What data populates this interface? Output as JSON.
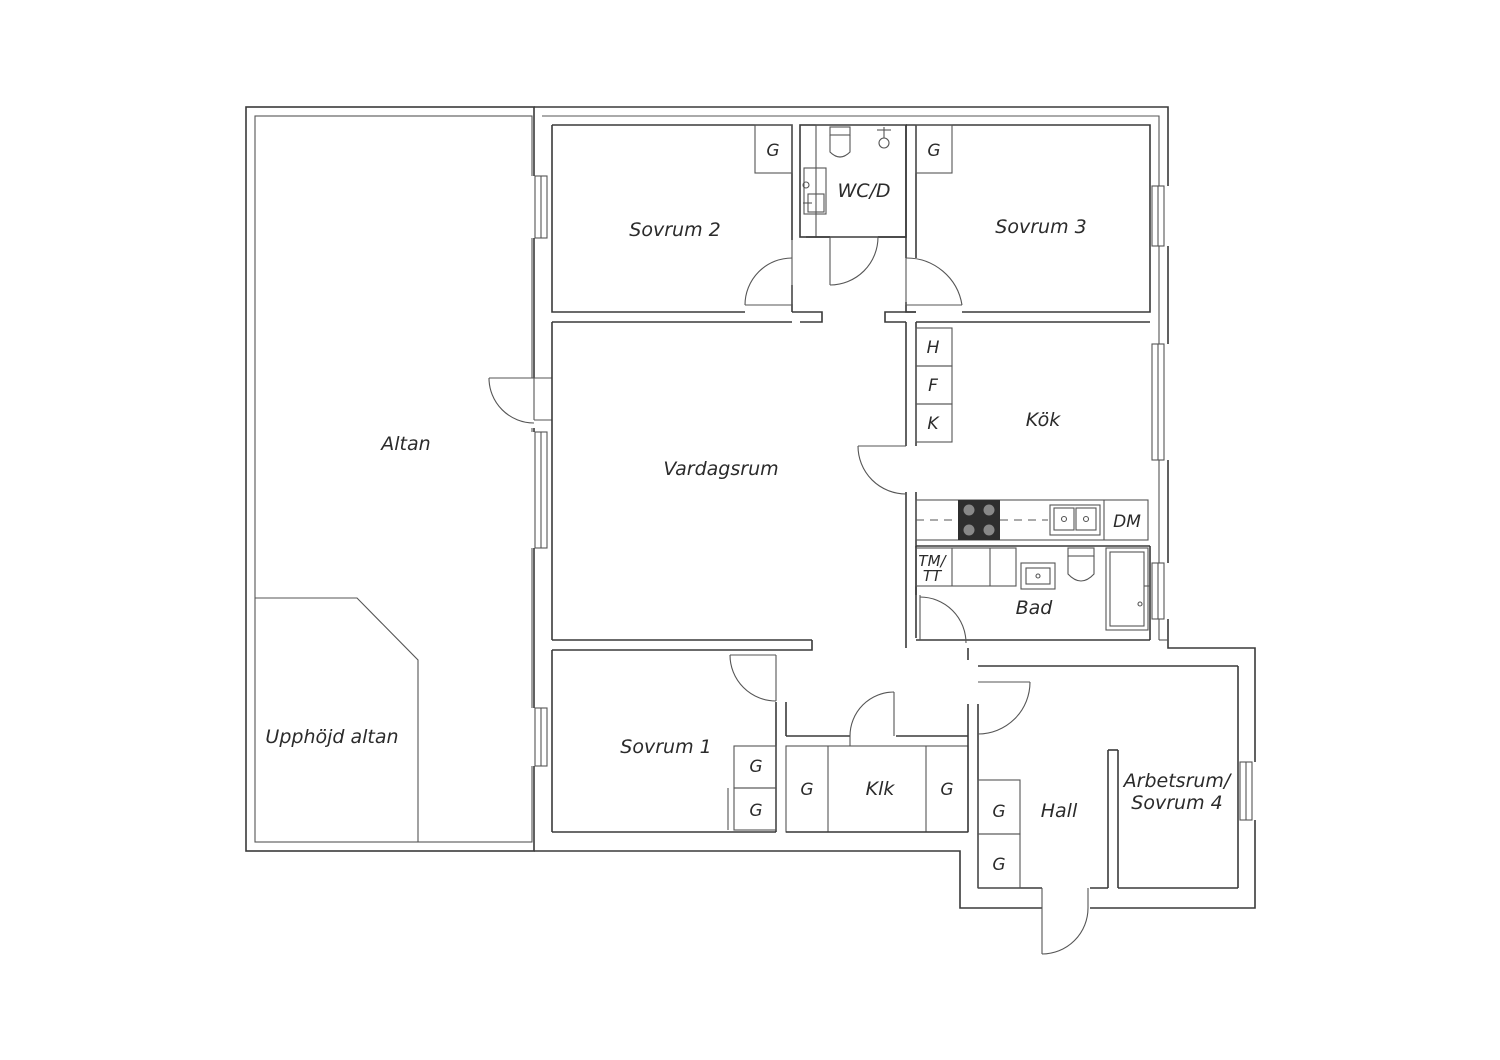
{
  "rooms": {
    "altan": "Altan",
    "upphojd_altan": "Upphöjd altan",
    "sovrum2": "Sovrum 2",
    "wcd": "WC/D",
    "sovrum3": "Sovrum 3",
    "vardagsrum": "Vardagsrum",
    "kok": "Kök",
    "bad": "Bad",
    "sovrum1": "Sovrum 1",
    "klk": "Klk",
    "hall": "Hall",
    "arbetsrum_line1": "Arbetsrum/",
    "arbetsrum_line2": "Sovrum 4"
  },
  "fixtures": {
    "garderob": "G",
    "h": "H",
    "f": "F",
    "k": "K",
    "dm": "DM",
    "tm_line1": "TM/",
    "tm_line2": "TT"
  }
}
